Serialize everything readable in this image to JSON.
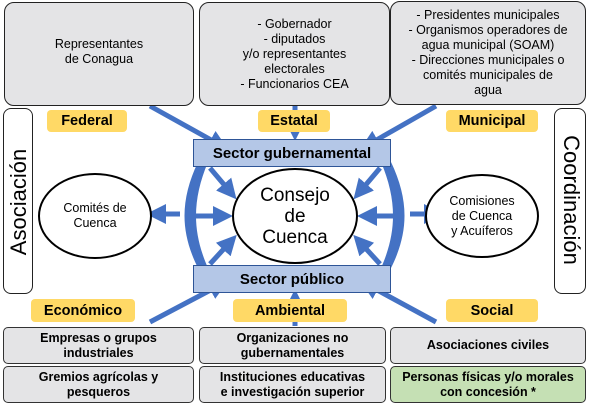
{
  "top_boxes": {
    "federal": [
      "Representantes",
      "de Conagua"
    ],
    "estatal": [
      "- Gobernador",
      "- diputados",
      "y/o representantes",
      "electorales",
      "- Funcionarios CEA"
    ],
    "municipal": [
      "- Presidentes municipales",
      "- Organismos operadores de",
      "agua municipal (SOAM)",
      "- Direcciones municipales o",
      "comités municipales de",
      "agua"
    ]
  },
  "tags": {
    "federal": "Federal",
    "estatal": "Estatal",
    "municipal": "Municipal",
    "economico": "Económico",
    "ambiental": "Ambiental",
    "social": "Social"
  },
  "sectors": {
    "gubernamental": "Sector gubernamental",
    "publico": "Sector público"
  },
  "center": [
    "Consejo",
    "de",
    "Cuenca"
  ],
  "left_ellipse": [
    "Comités de",
    "Cuenca"
  ],
  "right_ellipse": [
    "Comisiones",
    "de Cuenca",
    "y Acuíferos"
  ],
  "side_labels": {
    "left": "Asociación",
    "right": "Coordinación"
  },
  "bottom_boxes": {
    "economico_1": [
      "Empresas o grupos",
      "industriales"
    ],
    "economico_2": [
      "Gremios agrícolas y",
      "pesqueros"
    ],
    "ambiental_1": [
      "Organizaciones no",
      "gubernamentales"
    ],
    "ambiental_2": [
      "Instituciones educativas",
      "e investigación superior"
    ],
    "social_1": [
      "Asociaciones civiles"
    ],
    "social_2": [
      "Personas físicas y/o morales",
      "con concesión *"
    ]
  },
  "colors": {
    "arrow": "#4472c4",
    "sector_fill": "#b4c7e7",
    "tag_fill": "#ffd966",
    "box_fill": "#e4e4e6",
    "highlight_fill": "#c5e0b4"
  }
}
